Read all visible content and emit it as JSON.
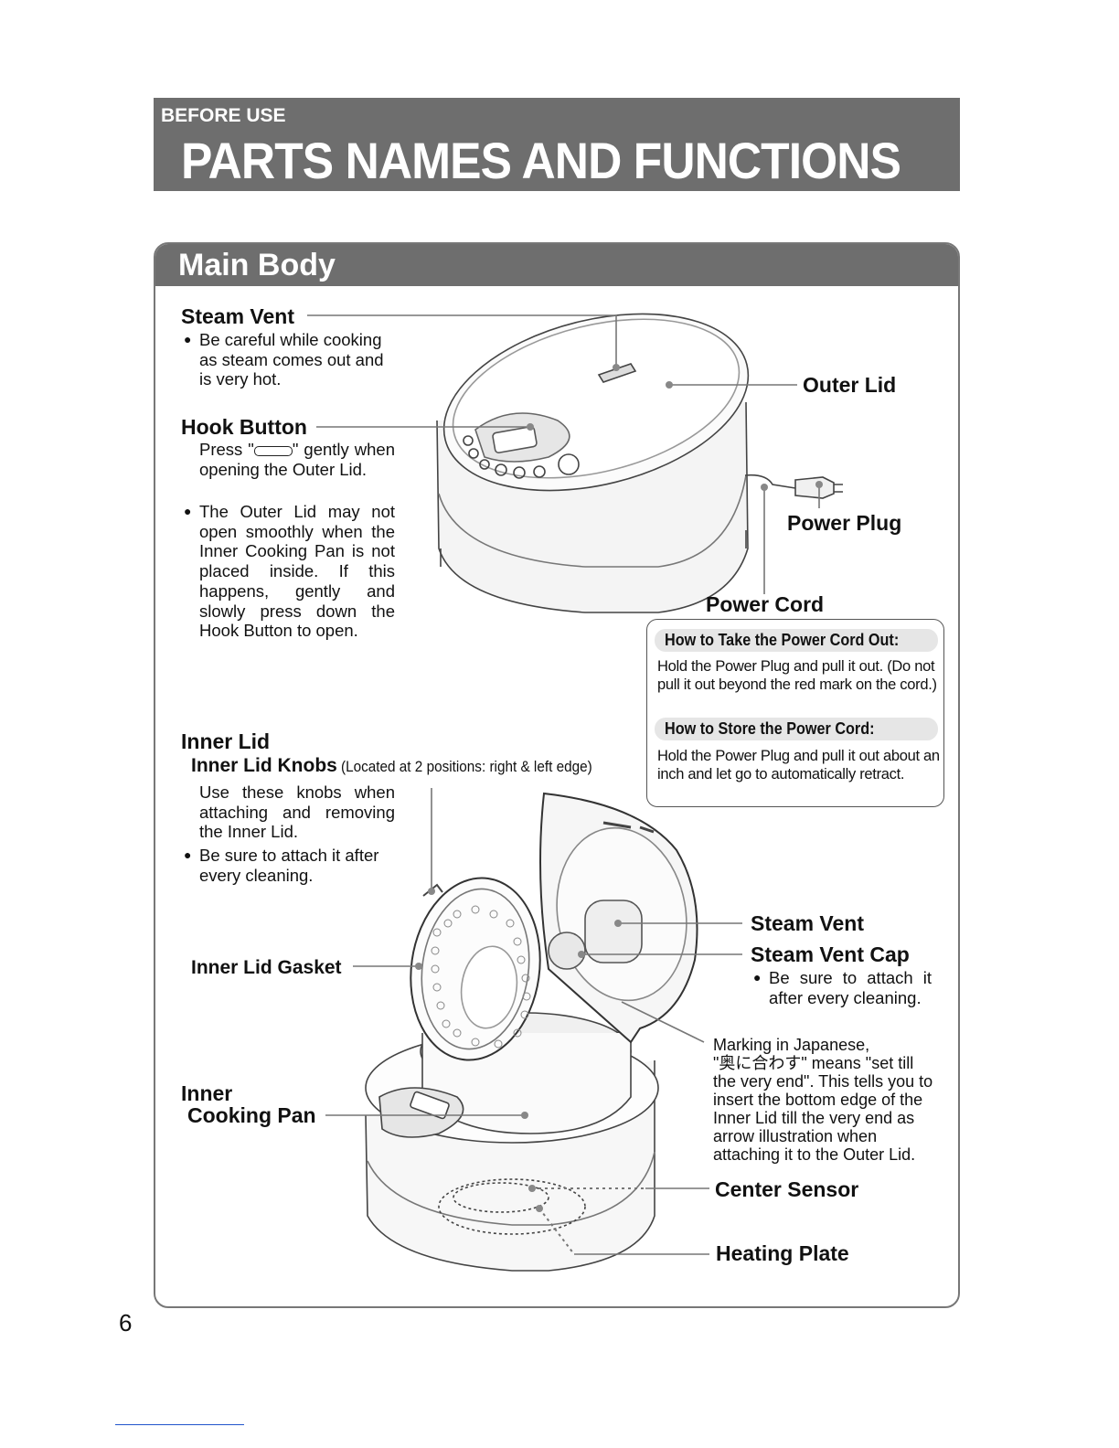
{
  "header": {
    "section": "BEFORE USE",
    "title": "PARTS NAMES AND FUNCTIONS"
  },
  "panel": {
    "title": "Main Body"
  },
  "steam_vent": {
    "label": "Steam Vent",
    "bullet": "Be careful while cooking as steam comes out and is very hot."
  },
  "hook_button": {
    "label": "Hook Button",
    "text_before": "Press \"",
    "text_after": "\" gently when opening the Outer Lid.",
    "bullet": "The Outer Lid may not open smoothly when the Inner Cooking Pan is not placed inside. If this happens, gently and slowly press down the Hook Button to open."
  },
  "outer_lid": {
    "label": "Outer Lid"
  },
  "power_plug": {
    "label": "Power Plug"
  },
  "power_cord": {
    "label": "Power Cord"
  },
  "tips": {
    "take_out_title": "How to Take the Power Cord Out:",
    "take_out_text": "Hold the Power Plug and pull it out. (Do not pull it out beyond the red mark on the cord.)",
    "store_title": "How to Store the Power Cord:",
    "store_text": "Hold the Power Plug and pull it out about an inch and let go to automatically retract."
  },
  "inner_lid": {
    "label": "Inner Lid",
    "knobs_label": "Inner Lid Knobs",
    "knobs_note": "(Located at 2 positions: right & left edge)",
    "knobs_text": "Use these knobs when attaching and removing the Inner Lid.",
    "bullet": "Be sure to attach it after every cleaning."
  },
  "inner_lid_gasket": {
    "label": "Inner Lid Gasket"
  },
  "inner_cooking_pan": {
    "label_line1": "Inner",
    "label_line2": "Cooking Pan"
  },
  "steam_vent2": {
    "label": "Steam Vent"
  },
  "steam_vent_cap": {
    "label": "Steam Vent Cap",
    "bullet": "Be sure to attach it after every cleaning."
  },
  "marking": {
    "line1": "Marking in Japanese,",
    "japanese": "\"奥に合わす\"",
    "line2_rest": " means \"set till",
    "rest": "the very end\". This tells you to insert the bottom edge of the Inner Lid till the very end as arrow illustration when attaching it to the Outer Lid."
  },
  "center_sensor": {
    "label": "Center Sensor"
  },
  "heating_plate": {
    "label": "Heating Plate"
  },
  "page_number": "6"
}
